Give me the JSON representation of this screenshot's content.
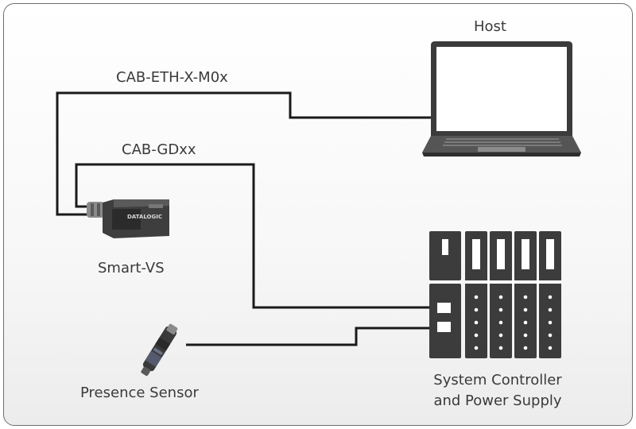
{
  "cables": {
    "ethernet": "CAB-ETH-X-M0x",
    "gd": "CAB-GDxx"
  },
  "devices": {
    "host": "Host",
    "smart_vs": "Smart-VS",
    "smart_vs_brand": "DATALOGIC",
    "presence_sensor": "Presence Sensor",
    "controller_line1": "System Controller",
    "controller_line2": "and Power Supply"
  },
  "colors": {
    "wire": "#1a1a1a",
    "device_dark": "#3c3c3c",
    "frame_border": "#6f6f6f",
    "label_text": "#3a3a3a"
  },
  "icons": [
    "laptop-icon",
    "camera-icon",
    "controller-rack-icon",
    "sensor-icon"
  ]
}
